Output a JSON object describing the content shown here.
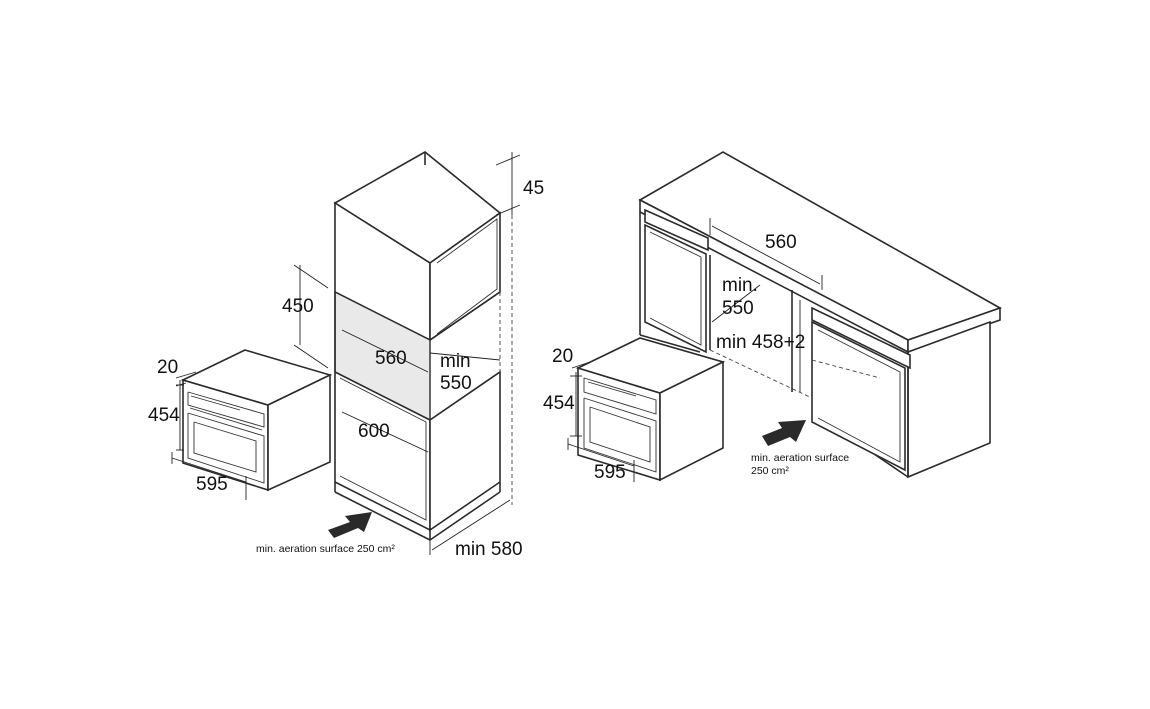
{
  "left_drawing": {
    "oven": {
      "top": "20",
      "height": "454",
      "width": "595"
    },
    "cabinet": {
      "top_clearance": "45",
      "niche_height": "450",
      "niche_width": "560",
      "niche_depth": "min\n550",
      "niche_depth_line1": "min",
      "niche_depth_line2": "550",
      "outer_width": "600",
      "depth": "min 580"
    },
    "aeration": "min. aeration surface 250 cm²"
  },
  "right_drawing": {
    "oven": {
      "top": "20",
      "height": "454",
      "width": "595"
    },
    "cabinet": {
      "niche_width": "560",
      "niche_depth_line1": "min.",
      "niche_depth_line2": "550",
      "niche_height": "min 458+2"
    },
    "aeration_line1": "min. aeration surface",
    "aeration_line2": "250 cm²"
  }
}
